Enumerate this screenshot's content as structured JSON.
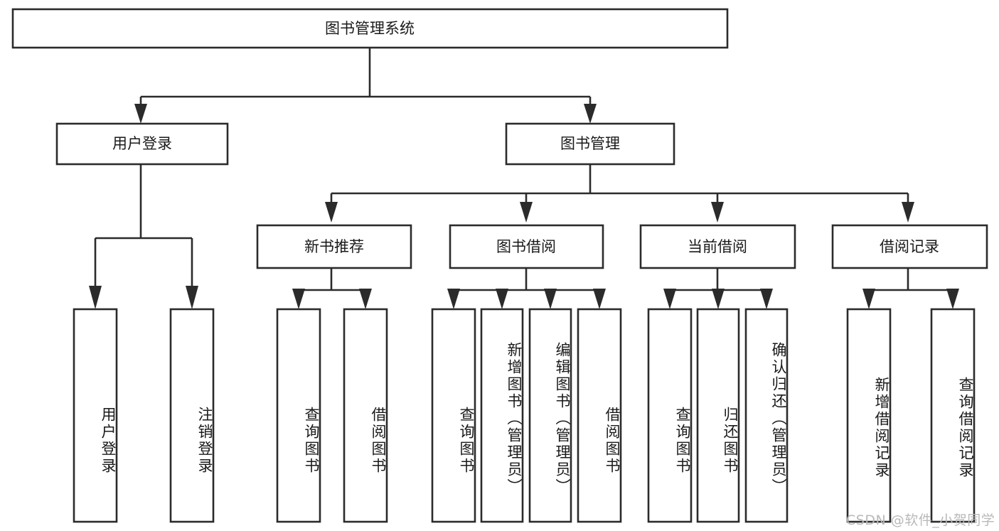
{
  "diagram": {
    "type": "tree",
    "title": "图书管理系统",
    "orientation": "top-down",
    "edge_style": "orthogonal-arrow",
    "colors": {
      "box_fill": "#ffffff",
      "box_stroke": "#2b2b2b",
      "text": "#1a1a1a",
      "background": "#ffffff",
      "watermark": "#b9b9b9"
    },
    "root": {
      "id": "root",
      "label": "图书管理系统"
    },
    "level2": [
      {
        "id": "user-login",
        "label": "用户登录"
      },
      {
        "id": "book-manage",
        "label": "图书管理"
      }
    ],
    "level3": [
      {
        "id": "new-book-recommend",
        "label": "新书推荐",
        "parent": "book-manage"
      },
      {
        "id": "book-borrow",
        "label": "图书借阅",
        "parent": "book-manage"
      },
      {
        "id": "current-borrow",
        "label": "当前借阅",
        "parent": "book-manage"
      },
      {
        "id": "borrow-record",
        "label": "借阅记录",
        "parent": "book-manage"
      }
    ],
    "leaves": {
      "user-login": [
        {
          "id": "leaf-user-login",
          "label": "用户登录"
        },
        {
          "id": "leaf-logout",
          "label": "注销登录"
        }
      ],
      "new-book-recommend": [
        {
          "id": "leaf-query-book-1",
          "label": "查询图书"
        },
        {
          "id": "leaf-borrow-book-1",
          "label": "借阅图书"
        }
      ],
      "book-borrow": [
        {
          "id": "leaf-query-book-2",
          "label": "查询图书"
        },
        {
          "id": "leaf-add-book",
          "label": "新增图书（管理员）"
        },
        {
          "id": "leaf-edit-book",
          "label": "编辑图书（管理员）"
        },
        {
          "id": "leaf-borrow-book-2",
          "label": "借阅图书"
        }
      ],
      "current-borrow": [
        {
          "id": "leaf-query-book-3",
          "label": "查询图书"
        },
        {
          "id": "leaf-return-book",
          "label": "归还图书"
        },
        {
          "id": "leaf-confirm-return",
          "label": "确认归还（管理员）"
        }
      ],
      "borrow-record": [
        {
          "id": "leaf-add-record",
          "label": "新增借阅记录"
        },
        {
          "id": "leaf-query-record",
          "label": "查询借阅记录"
        }
      ]
    }
  },
  "watermark": {
    "text": "CSDN @软件_小贺同学"
  }
}
